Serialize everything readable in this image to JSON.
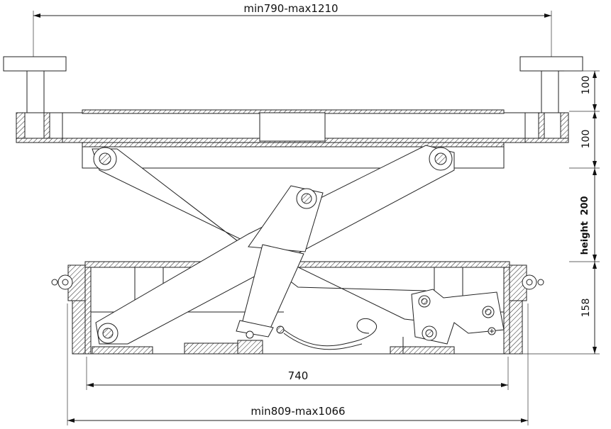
{
  "dimensions": {
    "top_width": "min790-max1210",
    "pad_height": "100",
    "beam_height": "100",
    "lift_height_label": "height",
    "lift_height_value": "200",
    "base_height": "158",
    "base_width": "740",
    "bottom_width": "min809-max1066"
  }
}
